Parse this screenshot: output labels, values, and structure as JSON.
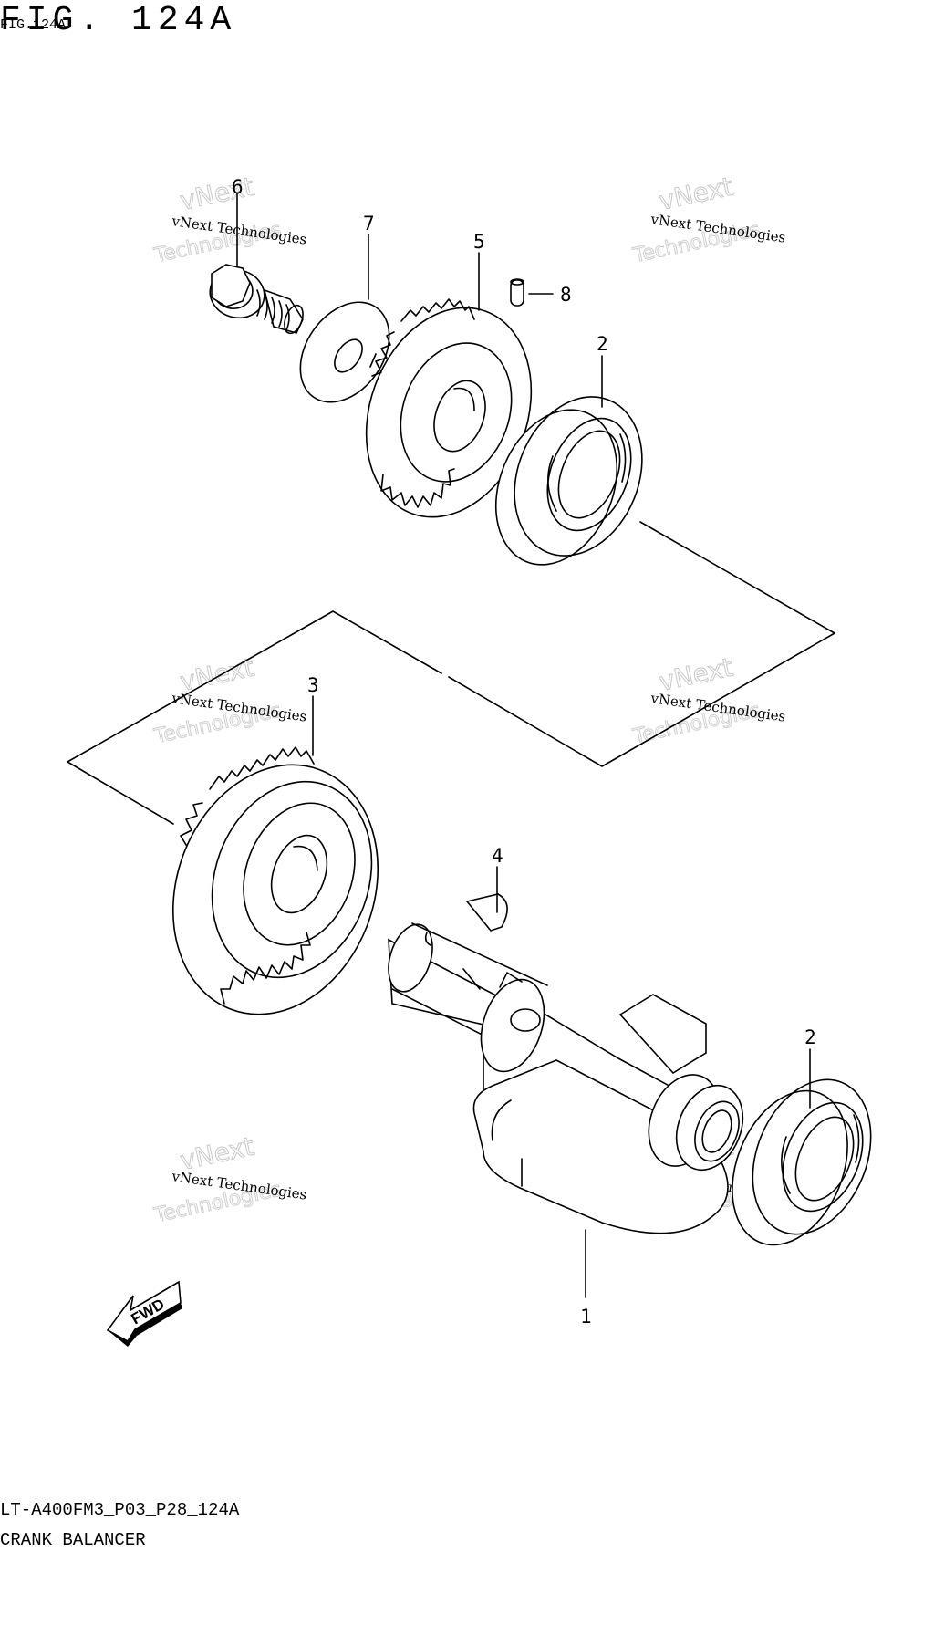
{
  "header": {
    "title": "FIG. 124A",
    "subtitle": "FIG.124A"
  },
  "footer": {
    "model_code": "LT-A400FM3_P03_P28_124A",
    "section_name": "CRANK BALANCER"
  },
  "callouts": [
    {
      "id": "c1",
      "label": "1"
    },
    {
      "id": "c2a",
      "label": "2"
    },
    {
      "id": "c2b",
      "label": "2"
    },
    {
      "id": "c3",
      "label": "3"
    },
    {
      "id": "c4",
      "label": "4"
    },
    {
      "id": "c5",
      "label": "5"
    },
    {
      "id": "c6",
      "label": "6"
    },
    {
      "id": "c7",
      "label": "7"
    },
    {
      "id": "c8",
      "label": "8"
    }
  ],
  "fwd_label": "FWD",
  "watermark": {
    "line1": "vNext",
    "line2": "vNext Technologies",
    "line3": "Technologies"
  }
}
